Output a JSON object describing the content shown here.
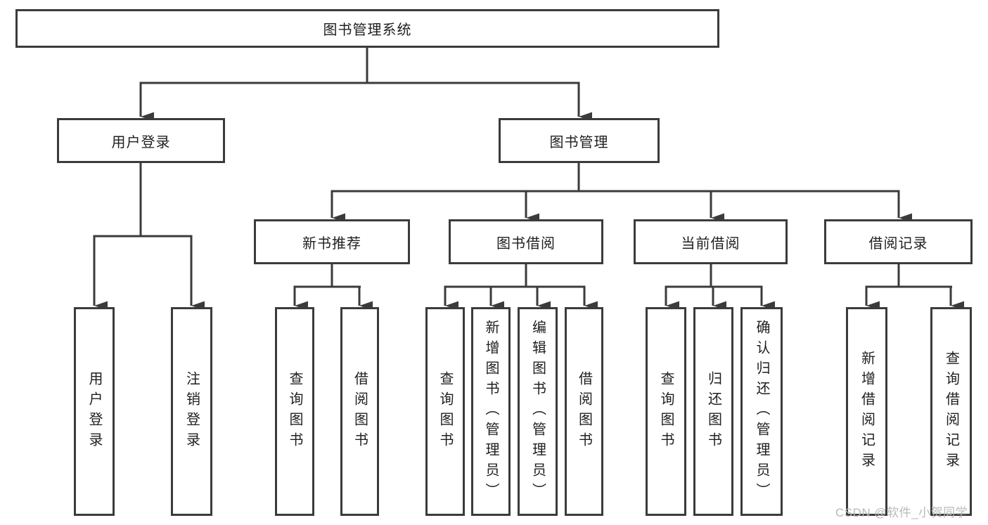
{
  "colors": {
    "line": "#3b3b3b",
    "box_border": "#3b3b3b",
    "text": "#1f1f1f",
    "watermark": "#b9b9b9",
    "background": "#ffffff"
  },
  "nodes": {
    "root": "图书管理系统",
    "user_login": "用户登录",
    "book_mgmt": "图书管理",
    "new_book_rec": "新书推荐",
    "book_borrow": "图书借阅",
    "current_borrow": "当前借阅",
    "borrow_record": "借阅记录",
    "leaf_user_login": "用户登录",
    "leaf_logout": "注销登录",
    "rec_query_book": "查询图书",
    "rec_borrow_book": "借阅图书",
    "bb_query_book": "查询图书",
    "bb_add_book": "新增图书（管理员）",
    "bb_edit_book": "编辑图书（管理员）",
    "bb_borrow_book": "借阅图书",
    "cb_query_book": "查询图书",
    "cb_return_book": "归还图书",
    "cb_confirm_return": "确认归还（管理员）",
    "br_add_record": "新增借阅记录",
    "br_query_record": "查询借阅记录"
  },
  "watermark": {
    "text": "CSDN @软件_小贺同学"
  }
}
